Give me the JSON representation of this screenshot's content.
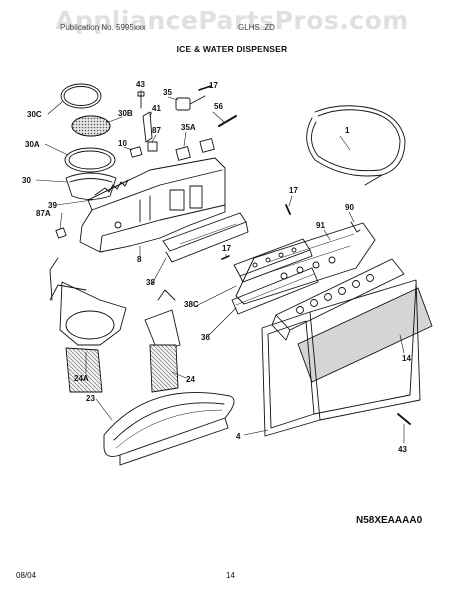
{
  "watermark": "AppliancePartsPros.com",
  "header": {
    "left_text": "Publication No. 5995xxx",
    "right_text": "GLHS..ZD",
    "title": "ICE & WATER DISPENSER"
  },
  "callouts": [
    {
      "id": "30c",
      "text": "30C"
    },
    {
      "id": "30b",
      "text": "30B"
    },
    {
      "id": "30a",
      "text": "30A"
    },
    {
      "id": "30",
      "text": "30"
    },
    {
      "id": "39",
      "text": "39"
    },
    {
      "id": "87a",
      "text": "87A"
    },
    {
      "id": "43a",
      "text": "43"
    },
    {
      "id": "41",
      "text": "41"
    },
    {
      "id": "10",
      "text": "10"
    },
    {
      "id": "87",
      "text": "87"
    },
    {
      "id": "35",
      "text": "35"
    },
    {
      "id": "17a",
      "text": "17"
    },
    {
      "id": "56",
      "text": "56"
    },
    {
      "id": "35a",
      "text": "35A"
    },
    {
      "id": "1",
      "text": "1"
    },
    {
      "id": "17b",
      "text": "17"
    },
    {
      "id": "90",
      "text": "90"
    },
    {
      "id": "91",
      "text": "91"
    },
    {
      "id": "8",
      "text": "8"
    },
    {
      "id": "17c",
      "text": "17"
    },
    {
      "id": "38",
      "text": "38"
    },
    {
      "id": "38c",
      "text": "38C"
    },
    {
      "id": "36",
      "text": "36"
    },
    {
      "id": "14",
      "text": "14"
    },
    {
      "id": "24a",
      "text": "24A"
    },
    {
      "id": "24",
      "text": "24"
    },
    {
      "id": "23",
      "text": "23"
    },
    {
      "id": "4",
      "text": "4"
    },
    {
      "id": "43b",
      "text": "43"
    }
  ],
  "diagram_code": "N58XEAAAA0",
  "footer": {
    "date": "08/04",
    "page": "14"
  }
}
